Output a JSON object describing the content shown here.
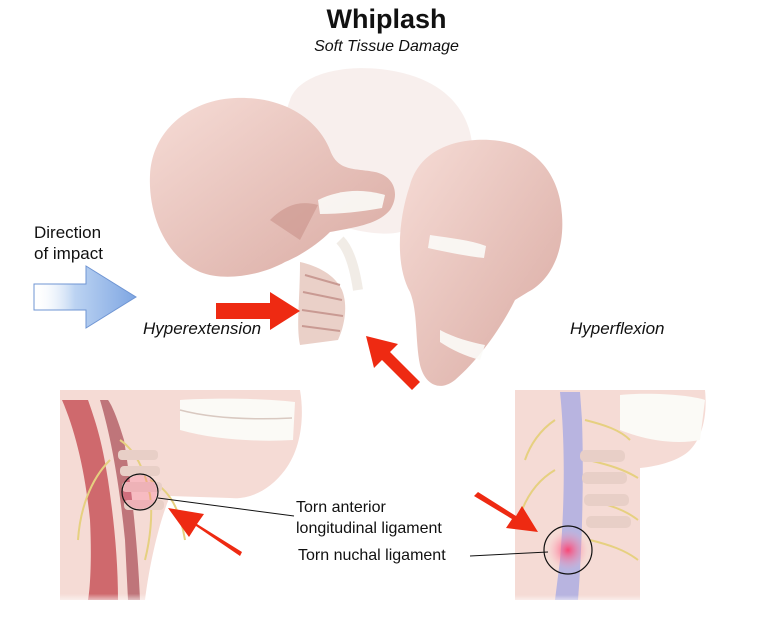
{
  "title": "Whiplash",
  "subtitle": "Soft Tissue Damage",
  "labels": {
    "direction_line1": "Direction",
    "direction_line2": "of impact",
    "hyperextension": "Hyperextension",
    "hyperflexion": "Hyperflexion",
    "anterior_line1": "Torn anterior",
    "anterior_line2": "longitudinal ligament",
    "nuchal": "Torn nuchal ligament"
  },
  "colors": {
    "arrow_red": "#ee2a12",
    "impact_arrow_blue": "#8fb4e8",
    "bone": "#f2d2cc",
    "bone_shadow": "#d8aaa3",
    "nerve": "#e6d080",
    "spinal_cord": "#b8b4e0",
    "muscle": "#c8555a"
  }
}
